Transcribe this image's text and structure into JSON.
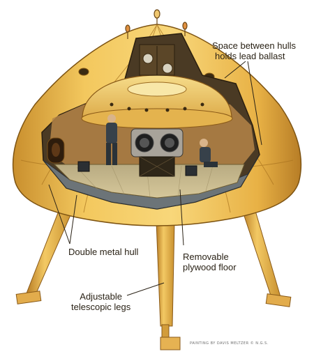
{
  "labels": {
    "ballast": {
      "line1": "Space between hulls",
      "line2": "holds lead ballast"
    },
    "hull": {
      "line1": "Double metal hull"
    },
    "floor": {
      "line1": "Removable",
      "line2": "plywood floor"
    },
    "legs": {
      "line1": "Adjustable",
      "line2": "telescopic legs"
    }
  },
  "credit": "PAINTING BY DAVIS MELTZER © N.G.S.",
  "colors": {
    "hull": "#f1c45a",
    "hull_dark": "#c48b2c",
    "interior": "#3f4b52",
    "floor": "#c9b98c",
    "leg": "#eab34e"
  }
}
